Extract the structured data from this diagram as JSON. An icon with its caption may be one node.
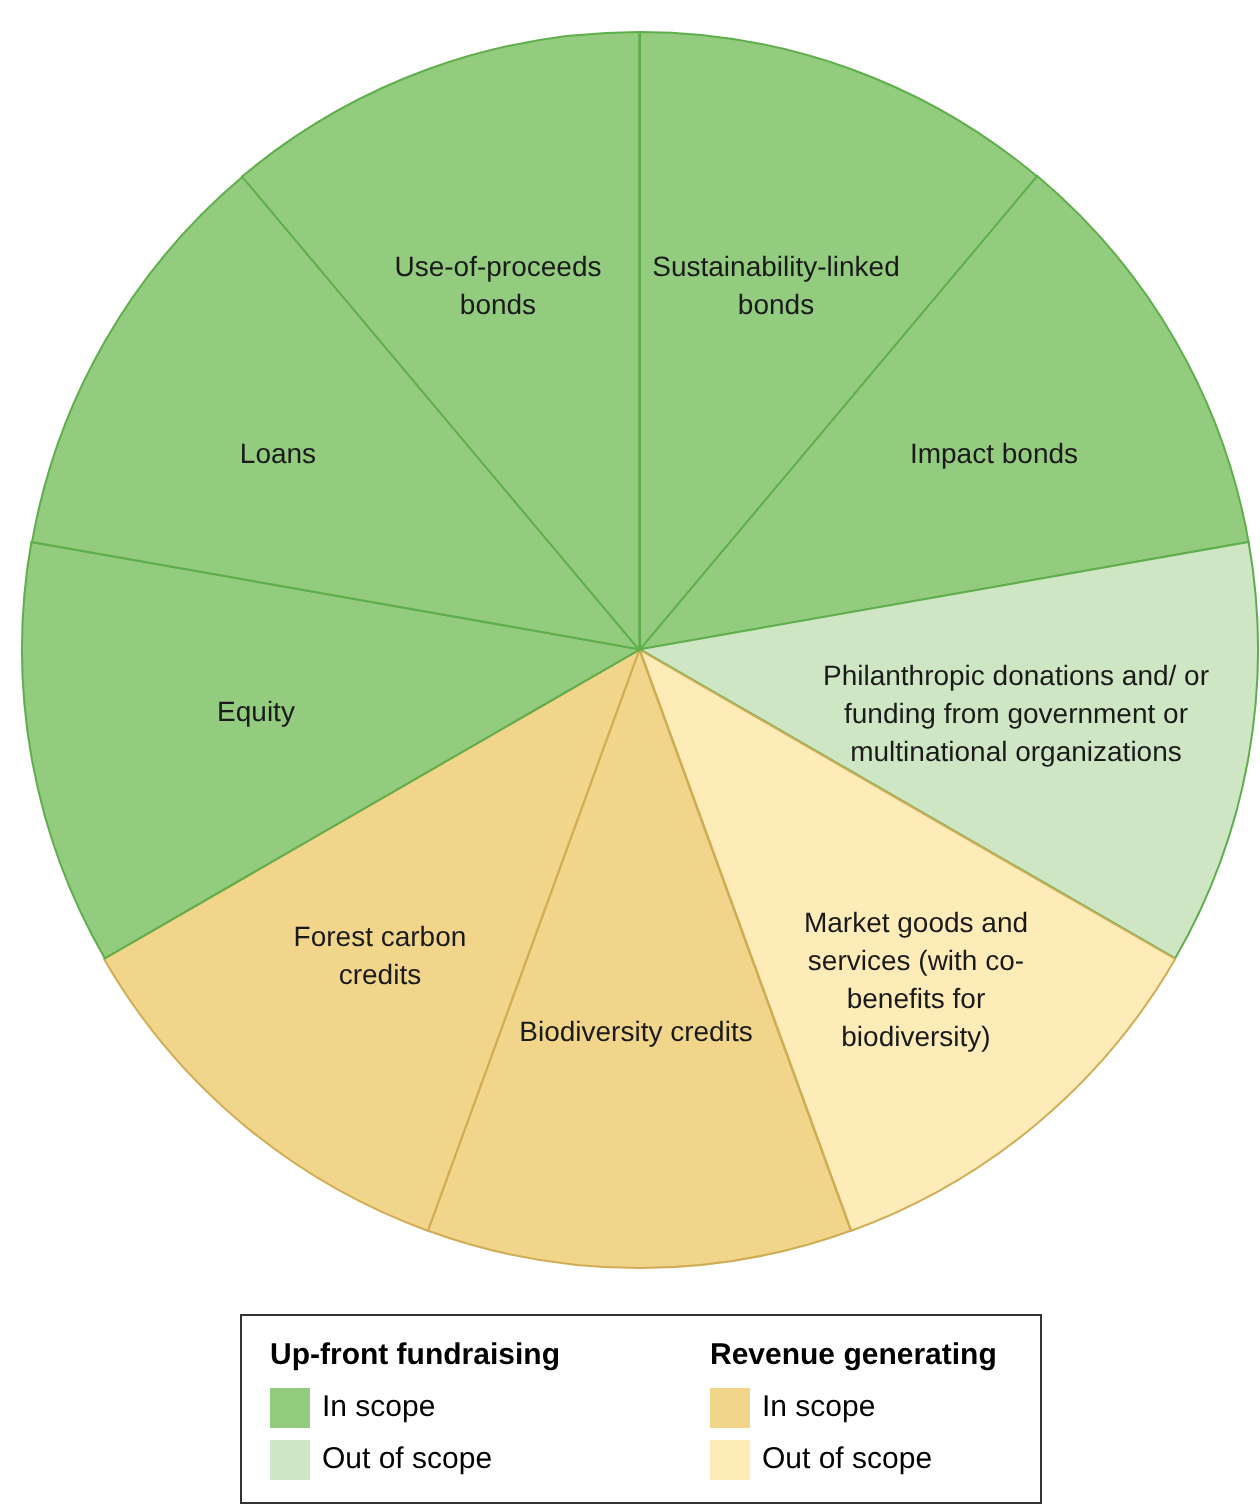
{
  "diagram": {
    "nodes": [
      {
        "text": [
          "Sustainability-linked bonds"
        ]
      },
      {
        "text": [
          "Impact bonds"
        ]
      },
      {
        "text": [
          "Philanthropic donations and/ or funding from government or multinational organizations"
        ]
      },
      {
        "text": [
          "Market goods and services (with co-benefits for biodiversity)"
        ]
      },
      {
        "text": [
          "Biodiversity credits"
        ]
      },
      {
        "text": [
          "Forest carbon credits"
        ]
      },
      {
        "text": [
          "Equity"
        ]
      },
      {
        "text": [
          "Loans"
        ]
      },
      {
        "text": [
          "Use-of-proceeds bonds"
        ]
      }
    ],
    "labels": [
      "Up-front fundraising",
      "Revenue generating"
    ],
    "legend": [
      {
        "text": "In scope",
        "color": "#93cb7f"
      },
      {
        "text": "Out of scope",
        "color": "#cfe6c4"
      },
      {
        "text": "In scope",
        "color": "#f1d58a"
      },
      {
        "text": "Out of scope",
        "color": "#fdebb8"
      }
    ]
  }
}
